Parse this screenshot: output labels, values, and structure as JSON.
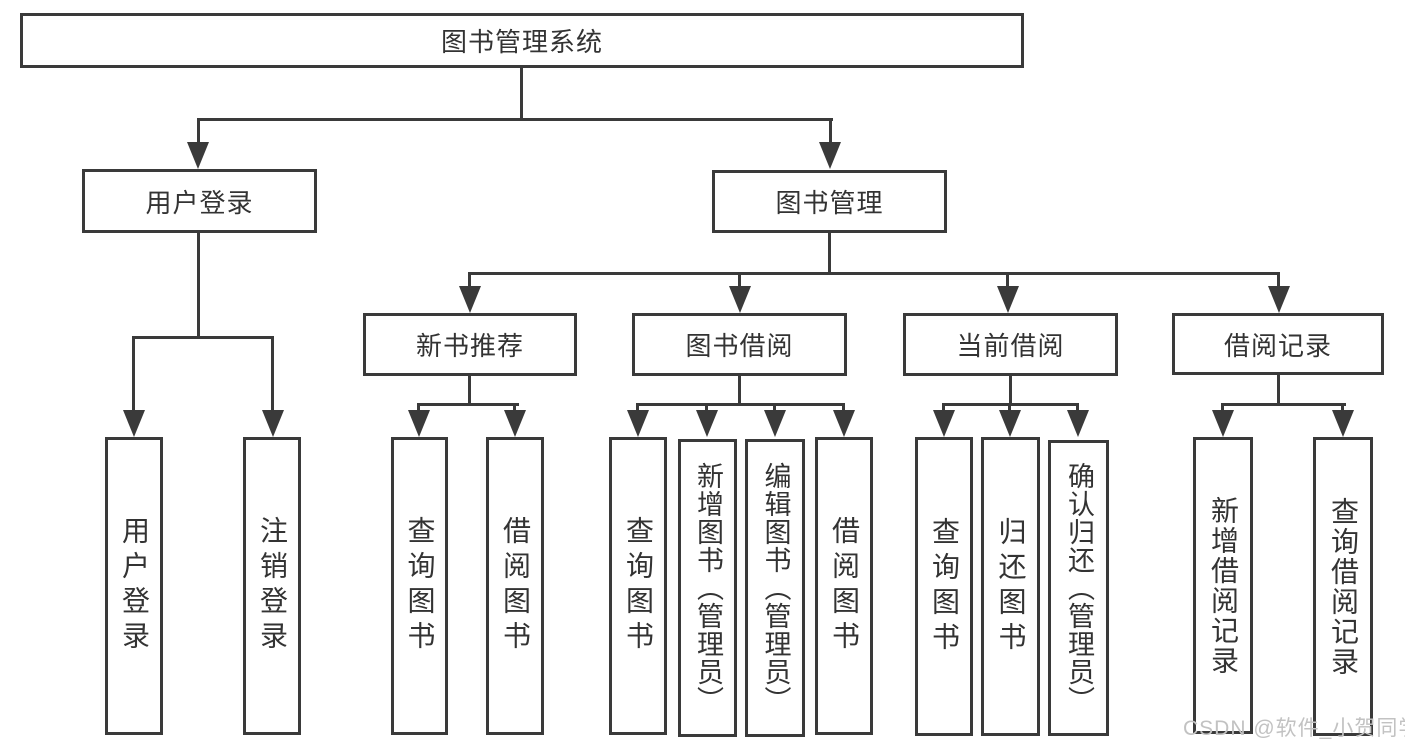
{
  "tree": {
    "root": {
      "label": "图书管理系统"
    },
    "children": [
      {
        "label": "用户登录",
        "children": [
          {
            "label": "用户登录"
          },
          {
            "label": "注销登录"
          }
        ]
      },
      {
        "label": "图书管理",
        "children": [
          {
            "label": "新书推荐",
            "children": [
              {
                "label": "查询图书"
              },
              {
                "label": "借阅图书"
              }
            ]
          },
          {
            "label": "图书借阅",
            "children": [
              {
                "label": "查询图书"
              },
              {
                "label": "新增图书（管理员）"
              },
              {
                "label": "编辑图书（管理员）"
              },
              {
                "label": "借阅图书"
              }
            ]
          },
          {
            "label": "当前借阅",
            "children": [
              {
                "label": "查询图书"
              },
              {
                "label": "归还图书"
              },
              {
                "label": "确认归还（管理员）"
              }
            ]
          },
          {
            "label": "借阅记录",
            "children": [
              {
                "label": "新增借阅记录"
              },
              {
                "label": "查询借阅记录"
              }
            ]
          }
        ]
      }
    ]
  },
  "watermark": {
    "text": "CSDN @软件_小贺同学"
  },
  "colors": {
    "line": "#3a3a3a",
    "text": "#333333",
    "background": "#ffffff",
    "watermark": "#c2c2c2"
  }
}
